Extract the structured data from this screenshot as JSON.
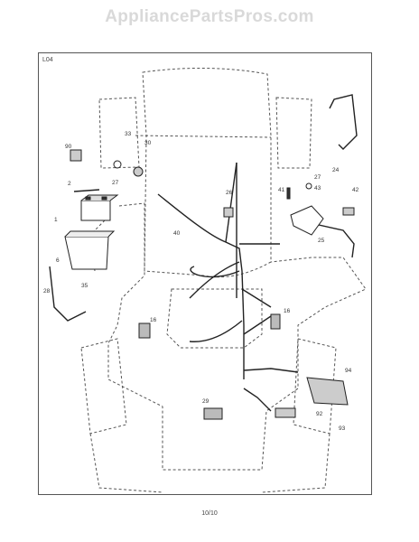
{
  "watermark": "AppliancePartsPros.com",
  "diagram_code": "L04",
  "page_number": "10/10",
  "callouts": {
    "c90": "90",
    "c33": "33",
    "c30": "30",
    "c27a": "27",
    "c2": "2",
    "c1": "1",
    "c26": "26",
    "c41": "41",
    "c27b": "27",
    "c43": "43",
    "c42": "42",
    "c24": "24",
    "c40": "40",
    "c25": "25",
    "c6": "6",
    "c28": "28",
    "c35": "35",
    "c16a": "16",
    "c16b": "16",
    "c94": "94",
    "c92": "92",
    "c93": "93",
    "c29": "29"
  }
}
